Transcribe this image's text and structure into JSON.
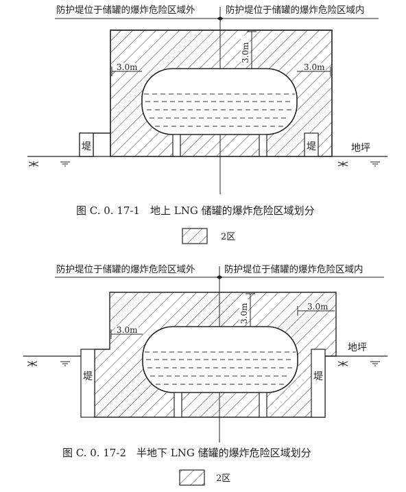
{
  "colors": {
    "ink": "#222222",
    "hatch": "#333333",
    "paper": "#ffffff"
  },
  "figure1": {
    "label_outside": "防护堤位于储罐的爆炸危险区域外",
    "label_inside": "防护堤位于储罐的爆炸危险区域内",
    "dim_side_left": "3.0m",
    "dim_side_right": "3.0m",
    "dim_top": "3.0m",
    "dike_left": "堤",
    "dike_right": "堤",
    "ground_label": "地坪",
    "caption": "图 C. 0. 17-1　地上 LNG 储罐的爆炸危险区域划分",
    "legend_label": "2区"
  },
  "figure2": {
    "label_outside": "防护堤位于储罐的爆炸危险区域外",
    "label_inside": "防护堤位于储罐的爆炸危险区域内",
    "dim_side_left": "3.0m",
    "dim_side_right": "3.0m",
    "dim_top": "3.0m",
    "dike_left": "堤",
    "dike_right": "堤",
    "ground_label": "地坪",
    "caption": "图 C. 0. 17-2　半地下 LNG 储罐的爆炸危险区域划分",
    "legend_label": "2区"
  }
}
